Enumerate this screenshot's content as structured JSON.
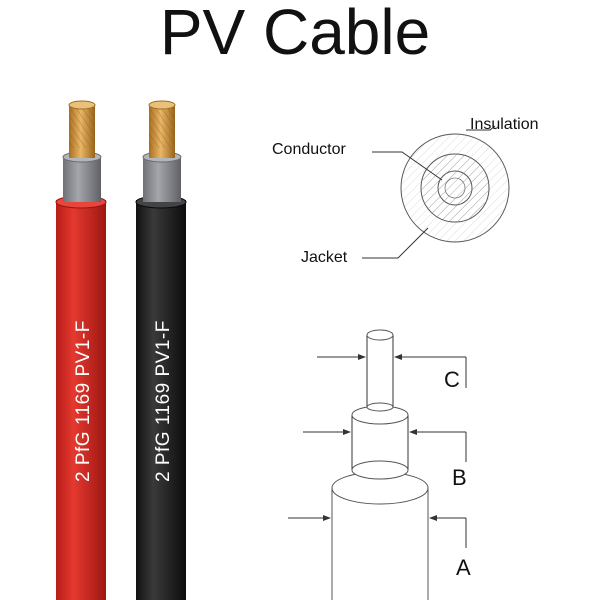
{
  "title": "PV Cable",
  "cables": [
    {
      "marking": "2 PfG 1169 PV1-F",
      "jacket_color": "#d42a24"
    },
    {
      "marking": "2 PfG 1169 PV1-F",
      "jacket_color": "#1f1f1f"
    }
  ],
  "cross_section_labels": {
    "conductor": "Conductor",
    "insulation": "Insulation",
    "jacket": "Jacket"
  },
  "dimension_labels": {
    "a": "A",
    "b": "B",
    "c": "C"
  },
  "colors": {
    "copper": "#c9923a",
    "insulation": "#8e9096"
  }
}
